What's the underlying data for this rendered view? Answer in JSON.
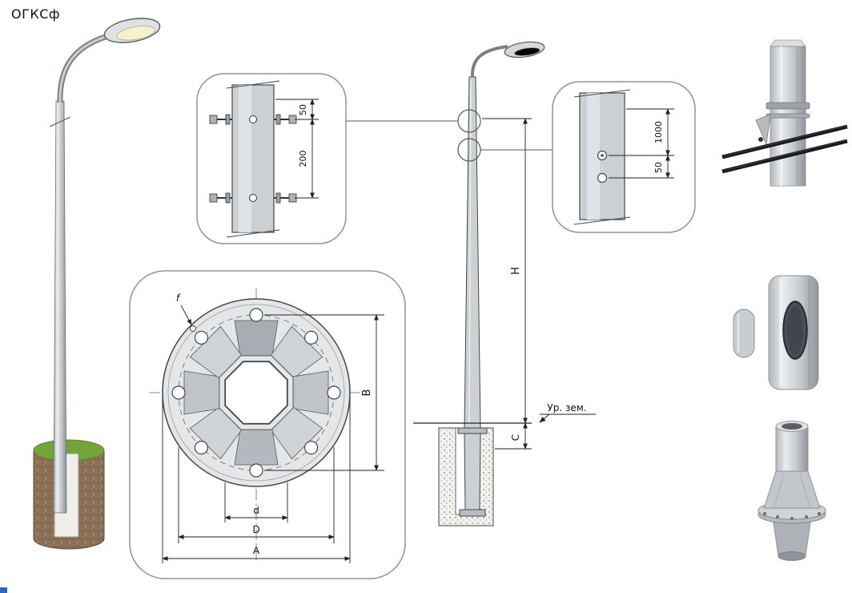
{
  "title": "ОГКСф",
  "callout_top_center": {
    "dim_top": "50",
    "dim_bottom": "200"
  },
  "callout_top_right": {
    "dim_top": "1000",
    "dim_bottom": "50"
  },
  "elevation": {
    "height_label": "H",
    "embed_label": "C",
    "ground_level_label": "Ур. зем."
  },
  "flange": {
    "hole_label": "f",
    "dim_inner": "d",
    "dim_middle": "D",
    "dim_outer": "A",
    "dim_vertical": "B"
  }
}
